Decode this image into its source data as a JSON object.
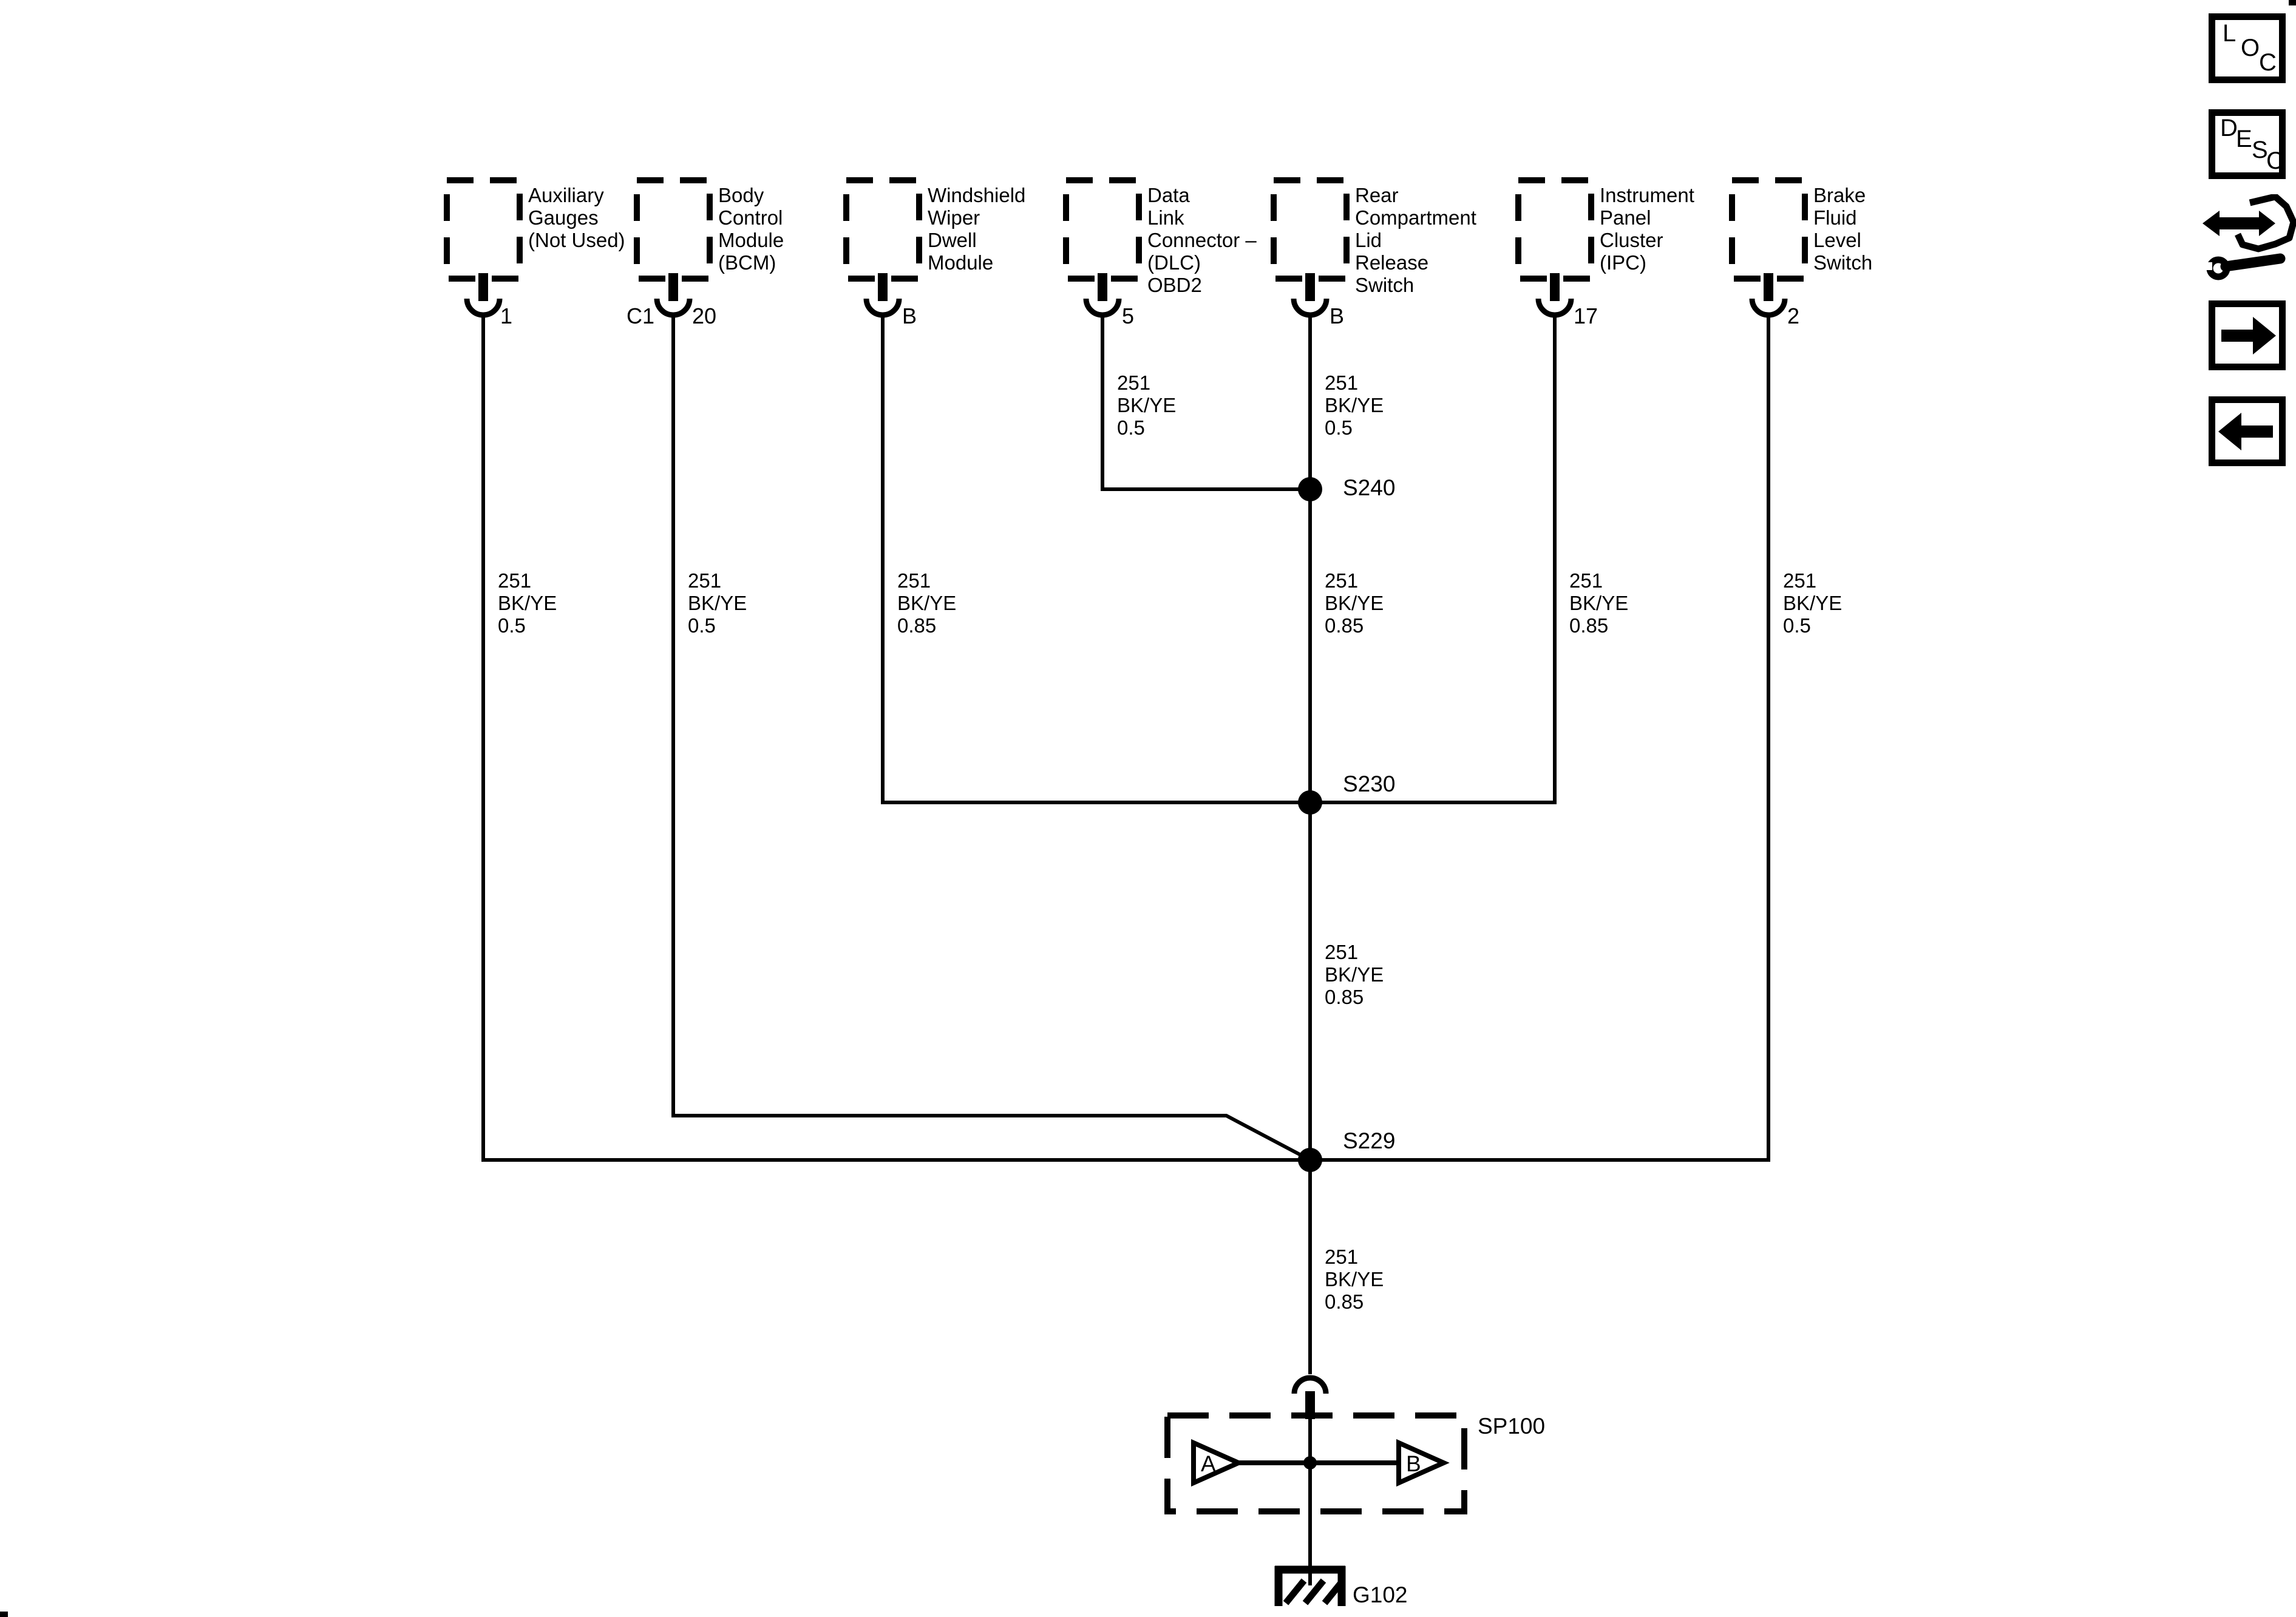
{
  "colors": {
    "foreground": "#000000",
    "background": "#ffffff"
  },
  "components": [
    {
      "label": "Auxiliary\nGauges\n(Not Used)",
      "pin": "1",
      "wire": "251\nBK/YE\n0.5"
    },
    {
      "label": "Body\nControl\nModule\n(BCM)",
      "connector": "C1",
      "pin": "20",
      "wire": "251\nBK/YE\n0.5"
    },
    {
      "label": "Windshield\nWiper\nDwell\nModule",
      "pin": "B",
      "wire": "251\nBK/YE\n0.85"
    },
    {
      "label": "Data\nLink\nConnector –\n(DLC)\nOBD2",
      "pin": "5",
      "wire": "251\nBK/YE\n0.5"
    },
    {
      "label": "Rear\nCompartment\nLid\nRelease\nSwitch",
      "pin": "B",
      "wire": "251\nBK/YE\n0.5"
    },
    {
      "label": "Instrument\nPanel\nCluster\n(IPC)",
      "pin": "17",
      "wire": "251\nBK/YE\n0.85"
    },
    {
      "label": "Brake\nFluid\nLevel\nSwitch",
      "pin": "2",
      "wire": "251\nBK/YE\n0.5"
    }
  ],
  "trunk_labels": {
    "below_s240": "251\nBK/YE\n0.85",
    "below_s230": "251\nBK/YE\n0.85",
    "below_s229": "251\nBK/YE\n0.85"
  },
  "splices": {
    "s240": "S240",
    "s230": "S230",
    "s229": "S229"
  },
  "splice_pack": {
    "label": "SP100",
    "terminal_a": "A",
    "terminal_b": "B"
  },
  "ground": {
    "label": "G102"
  },
  "sidebar": {
    "loc_letters": [
      "L",
      "O",
      "C"
    ],
    "desc_letters": [
      "D",
      "E",
      "S",
      "C"
    ],
    "icon_names": [
      "loc-button",
      "desc-button",
      "hand-wrench-icon",
      "forward-arrow-button",
      "back-arrow-button"
    ]
  }
}
